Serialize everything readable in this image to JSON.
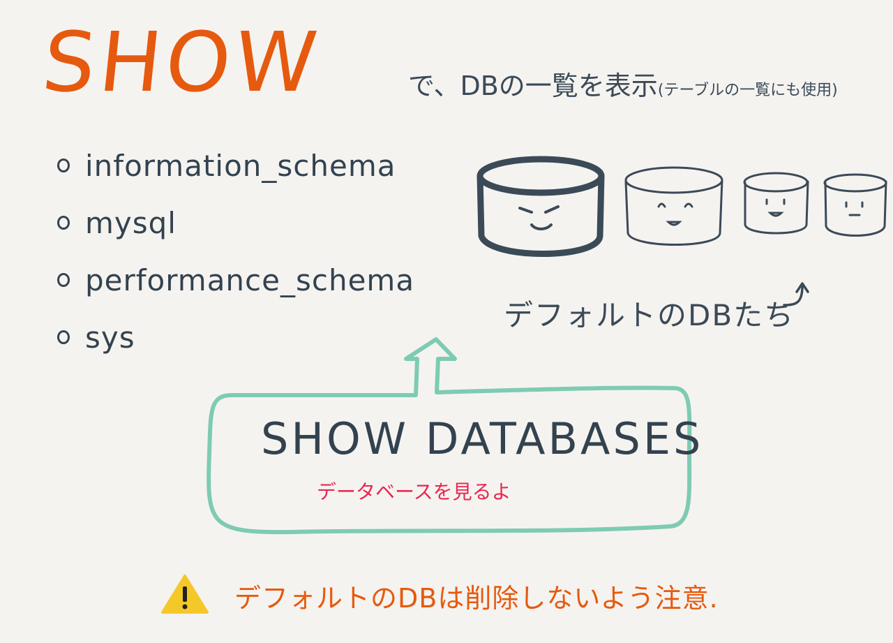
{
  "title": "SHOW",
  "subtitle": {
    "main": "で、DBの一覧を表示",
    "note": "(テーブルの一覧にも使用)"
  },
  "databases": [
    "information_schema",
    "mysql",
    "performance_schema",
    "sys"
  ],
  "default_label": "デフォルトのDBたち",
  "command": "SHOW DATABASES",
  "command_note": "データベースを見るよ",
  "warning": "デフォルトのDBは削除しないよう注意.",
  "colors": {
    "title": "#e55a0e",
    "ink": "#33424f",
    "box": "#7ecbb3",
    "note": "#e8264f",
    "warning_icon": "#f5c829"
  },
  "icons": [
    "database-cylinder-icon",
    "up-arrow-icon",
    "warning-icon"
  ]
}
